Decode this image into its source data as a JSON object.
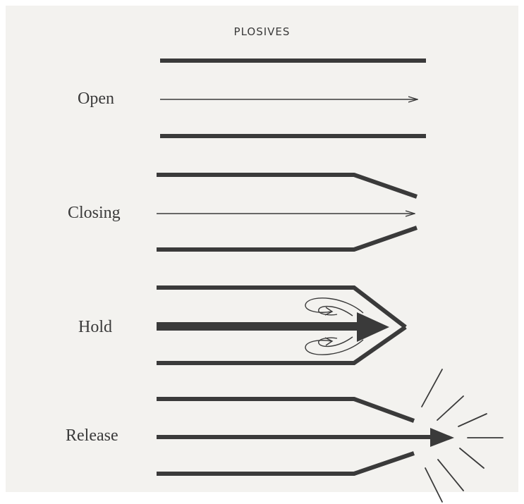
{
  "title": "PLOSIVES",
  "stages": [
    {
      "label": "Open"
    },
    {
      "label": "Closing"
    },
    {
      "label": "Hold"
    },
    {
      "label": "Release"
    }
  ],
  "colors": {
    "background": "#f3f2ef",
    "ink": "#3a3a3a"
  }
}
